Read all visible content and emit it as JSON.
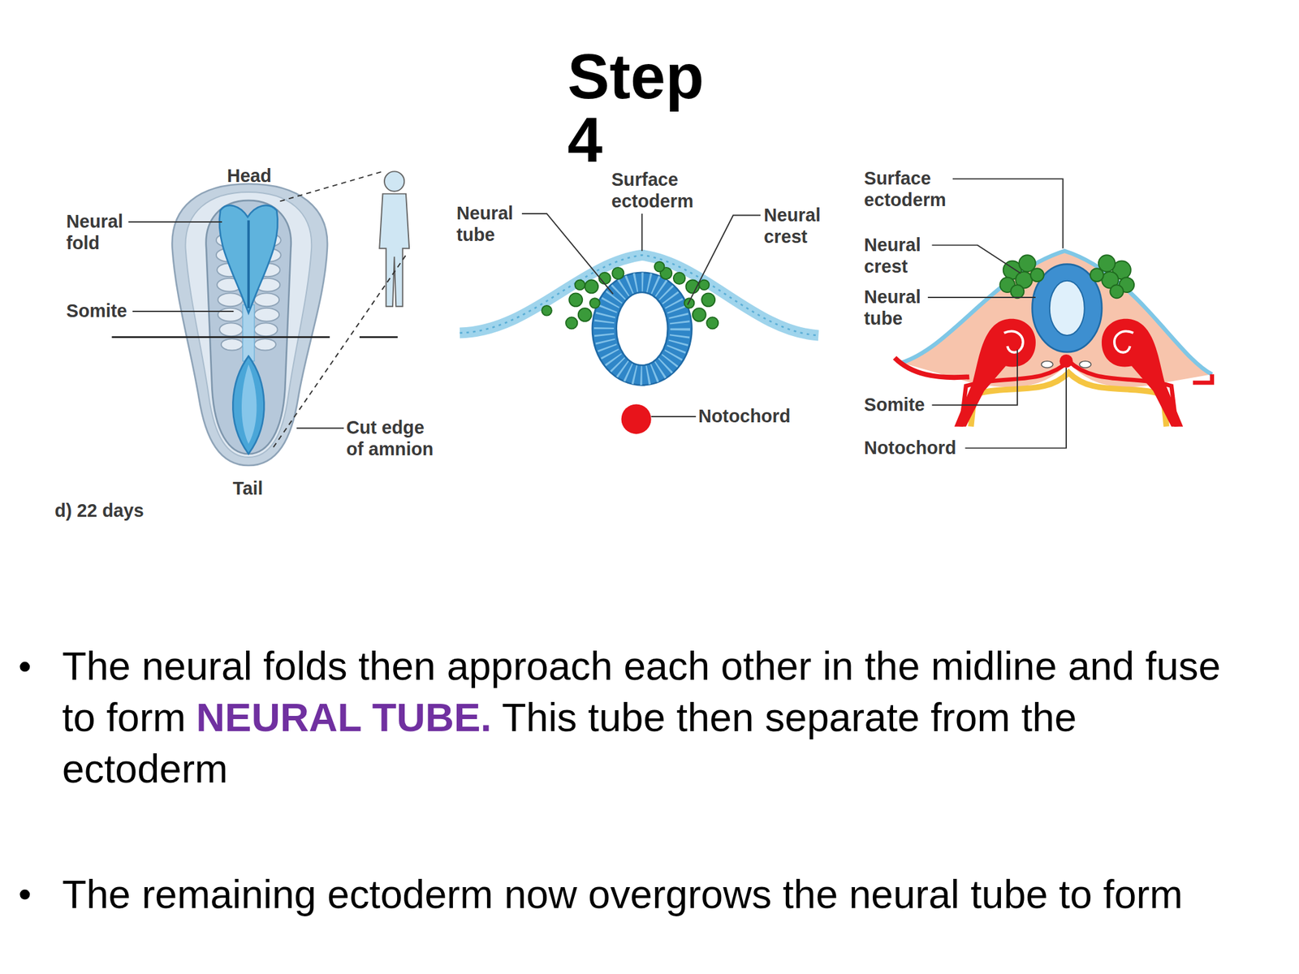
{
  "diagram": {
    "title": "Step 4",
    "labels": [
      "Head",
      "Neural fold",
      "Somite",
      "Cut edge of amnion",
      "Tail",
      "d) 22 days",
      "Neural tube",
      "Surface ectoderm",
      "Neural crest",
      "Notochord",
      "Surface ectoderm",
      "Neural crest",
      "Neural tube",
      "Somite",
      "Notochord",
      "The neural folds then approach each other in the midline and fuse to form",
      "NEURAL TUBE.",
      "This tube then separate from the ectoderm",
      "The remaining ectoderm now overgrows the neural tube to form"
    ]
  }
}
